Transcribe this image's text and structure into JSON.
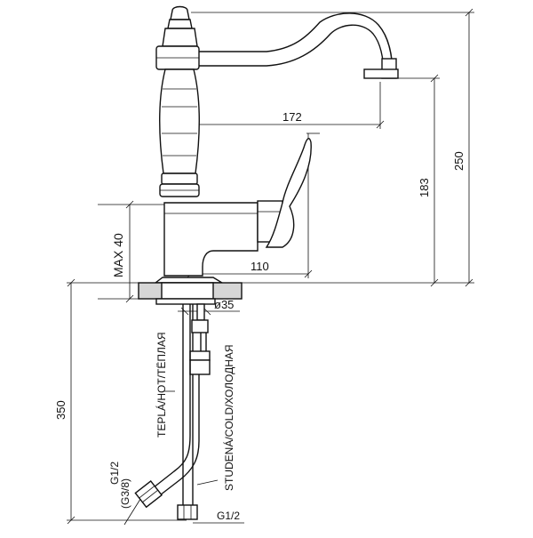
{
  "dimensions": {
    "spout_reach": "172",
    "spout_height": "183",
    "total_height": "250",
    "lever_reach": "110",
    "max_thickness": "MAX 40",
    "hole_diameter": "ø35",
    "hose_length": "350"
  },
  "labels": {
    "hot_hose": "TEPLÁ/HOT/ТЁПЛАЯ",
    "cold_hose": "STUDENÁ/COLD/ХОЛОДНАЯ",
    "hot_thread": "G1/2",
    "hot_thread_alt": "(G3/8)",
    "cold_thread": "G1/2"
  },
  "colors": {
    "line": "#111111",
    "background": "#ffffff"
  }
}
